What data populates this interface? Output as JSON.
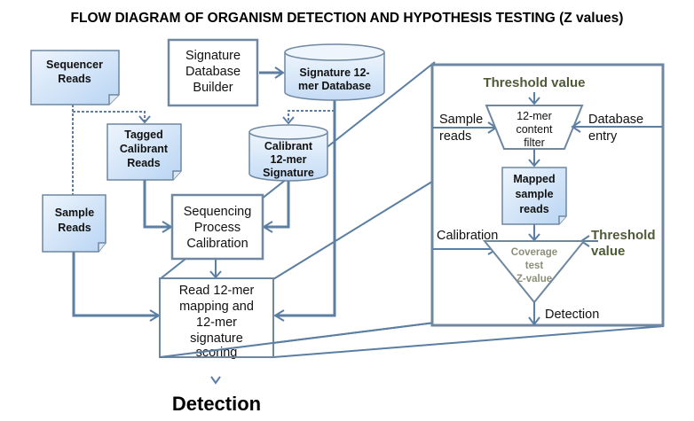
{
  "title": "FLOW DIAGRAM OF ORGANISM DETECTION AND HYPOTHESIS TESTING (Z values)",
  "colors": {
    "edge": "#5b7ea3",
    "box_border": "#6f87a0",
    "doc_fill_light": "#eef5fd",
    "doc_fill_dark": "#b9d5f3",
    "threshold_text": "#4f5a38",
    "coverage_text": "#8b8f78"
  },
  "nodes": {
    "sequencer_reads": [
      "Sequencer",
      "Reads"
    ],
    "signature_database_builder": [
      "Signature",
      "Database",
      "Builder"
    ],
    "signature_database": [
      "Signature 12-",
      "mer Database"
    ],
    "tagged_calibrant_reads": [
      "Tagged",
      "Calibrant",
      "Reads"
    ],
    "calibrant_signature": [
      "Calibrant",
      "12-mer",
      "Signature"
    ],
    "sample_reads": [
      "Sample",
      "Reads"
    ],
    "sequencing_process_calibration": [
      "Sequencing",
      "Process",
      "Calibration"
    ],
    "read_mapping_scoring": [
      "Read 12-mer",
      "mapping and",
      "12-mer",
      "signature",
      "scoring"
    ],
    "detection_output": "Detection"
  },
  "detail": {
    "threshold_top": "Threshold value",
    "sample_reads_input": [
      "Sample",
      "reads"
    ],
    "content_filter": [
      "12-mer",
      "content",
      "filter"
    ],
    "database_entry_input": [
      "Database",
      "entry"
    ],
    "mapped_sample_reads": [
      "Mapped",
      "sample",
      "reads"
    ],
    "calibration_input": "Calibration",
    "threshold_right": [
      "Threshold",
      "value"
    ],
    "coverage_test": [
      "Coverage",
      "test",
      "Z-value"
    ],
    "detection_output": "Detection"
  }
}
